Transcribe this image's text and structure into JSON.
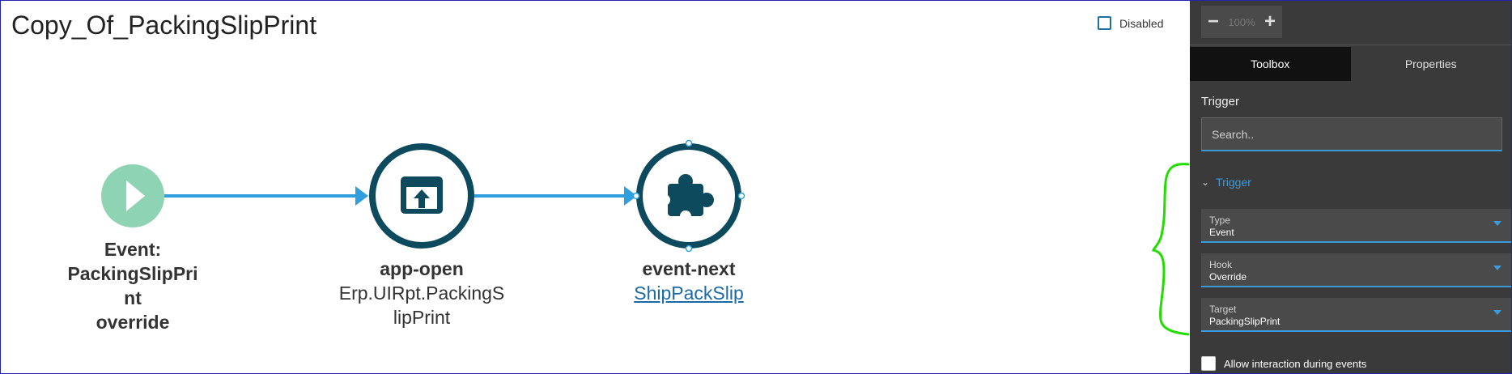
{
  "canvas": {
    "title": "Copy_Of_PackingSlipPrint",
    "disabled_label": "Disabled",
    "nodes": [
      {
        "title": "Event:",
        "lines": [
          "PackingSlipPri",
          "nt",
          "override"
        ]
      },
      {
        "title": "app-open",
        "lines": [
          "Erp.UIRpt.PackingS",
          "lipPrint"
        ]
      },
      {
        "title": "event-next",
        "link": "ShipPackSlip"
      }
    ]
  },
  "panel": {
    "zoom": {
      "level": "100%",
      "minus": "−",
      "plus": "+"
    },
    "tabs": [
      {
        "label": "Toolbox",
        "active": true
      },
      {
        "label": "Properties",
        "active": false
      }
    ],
    "section_title": "Trigger",
    "search_placeholder": "Search..",
    "trigger_group": "Trigger",
    "fields": [
      {
        "label": "Type",
        "value": "Event"
      },
      {
        "label": "Hook",
        "value": "Override"
      },
      {
        "label": "Target",
        "value": "PackingSlipPrint"
      }
    ],
    "allow_interaction": "Allow interaction during events"
  },
  "colors": {
    "node_dark": "#0d4a5e",
    "node_start": "#8fd3b5",
    "connector": "#2f9fe0",
    "panel_bg": "#3a3a3a",
    "accent": "#3b9ad9",
    "annotation": "#22dd00"
  }
}
